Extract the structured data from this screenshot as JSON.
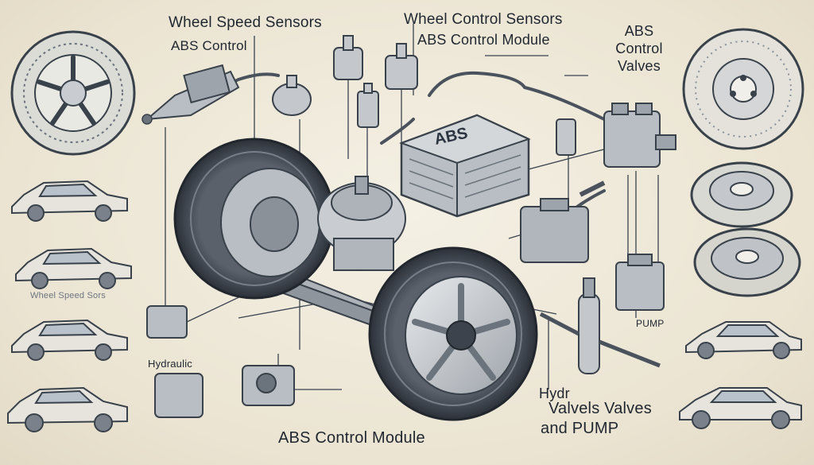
{
  "labels": {
    "wheel_speed_sensors": "Wheel Speed Sensors",
    "abs_control": "ABS Control",
    "wheel_control_sensors": "Wheel Control Sensors",
    "abs_control_module_top": "ABS Control Module",
    "abs_control_valves": "ABS Control Valves",
    "speed_sensor_faint": "Wheel Speed Sors",
    "hydraulic": "Hydraulic",
    "pump": "PUMP",
    "hydr": "Hydr",
    "valves": "Valvels Valves",
    "and_pump": "and PUMP",
    "abs_control_module_bottom": "ABS Control Module",
    "abs_badge": "ABS"
  },
  "colors": {
    "ink": "#2b3440",
    "line": "#3a4350",
    "metal": "#c9cdd2",
    "tire": "#3d434c"
  }
}
